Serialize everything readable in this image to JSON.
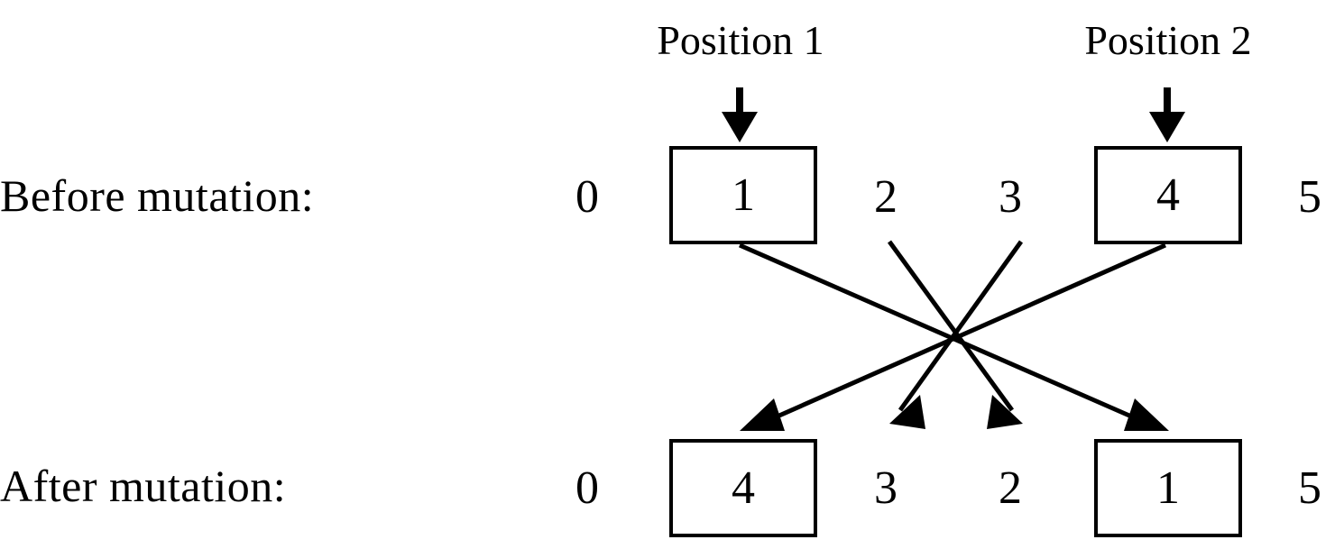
{
  "figure": {
    "title": "Mutation operator diagram",
    "line_color": "#000000",
    "box_border_color": "#000000",
    "background": "#ffffff"
  },
  "callouts": [
    {
      "label": "Position 1",
      "arrow": "down-arrow-icon"
    },
    {
      "label": "Position 2",
      "arrow": "down-arrow-icon"
    }
  ],
  "rows": [
    {
      "label": "Before mutation:",
      "cells": [
        {
          "value": "0",
          "boxed": false
        },
        {
          "value": "1",
          "boxed": true
        },
        {
          "value": "2",
          "boxed": false
        },
        {
          "value": "3",
          "boxed": false
        },
        {
          "value": "4",
          "boxed": true
        },
        {
          "value": "5",
          "boxed": false
        }
      ]
    },
    {
      "label": "After mutation:",
      "cells": [
        {
          "value": "0",
          "boxed": false
        },
        {
          "value": "4",
          "boxed": true
        },
        {
          "value": "3",
          "boxed": false
        },
        {
          "value": "2",
          "boxed": false
        },
        {
          "value": "1",
          "boxed": true
        },
        {
          "value": "5",
          "boxed": false
        }
      ]
    }
  ],
  "mappings": [
    {
      "from": "1",
      "to": "1",
      "name": "map-1-to-slot-4"
    },
    {
      "from": "2",
      "to": "2",
      "name": "map-2-to-slot-3"
    },
    {
      "from": "3",
      "to": "3",
      "name": "map-3-to-slot-2"
    },
    {
      "from": "4",
      "to": "4",
      "name": "map-4-to-slot-1"
    }
  ]
}
